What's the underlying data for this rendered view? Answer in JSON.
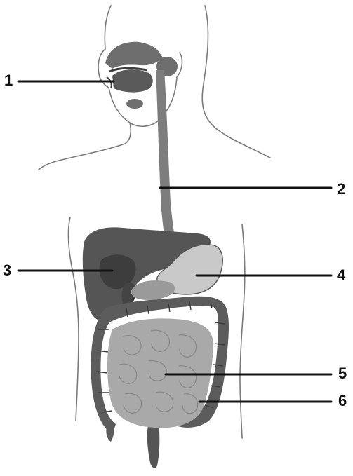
{
  "labels": {
    "one": "1",
    "two": "2",
    "three": "3",
    "four": "4",
    "five": "5",
    "six": "6"
  },
  "colors": {
    "outline": "#7a7a7a",
    "pointer": "#111111",
    "liver": "#555555",
    "liver_dark": "#3d3d3d",
    "esophagus": "#7d7d7d",
    "stomach": "#c9c9c9",
    "large_intestine": "#5c5c5c",
    "small_intestine": "#a9a9a9",
    "mouth": "#6e6e6e"
  }
}
